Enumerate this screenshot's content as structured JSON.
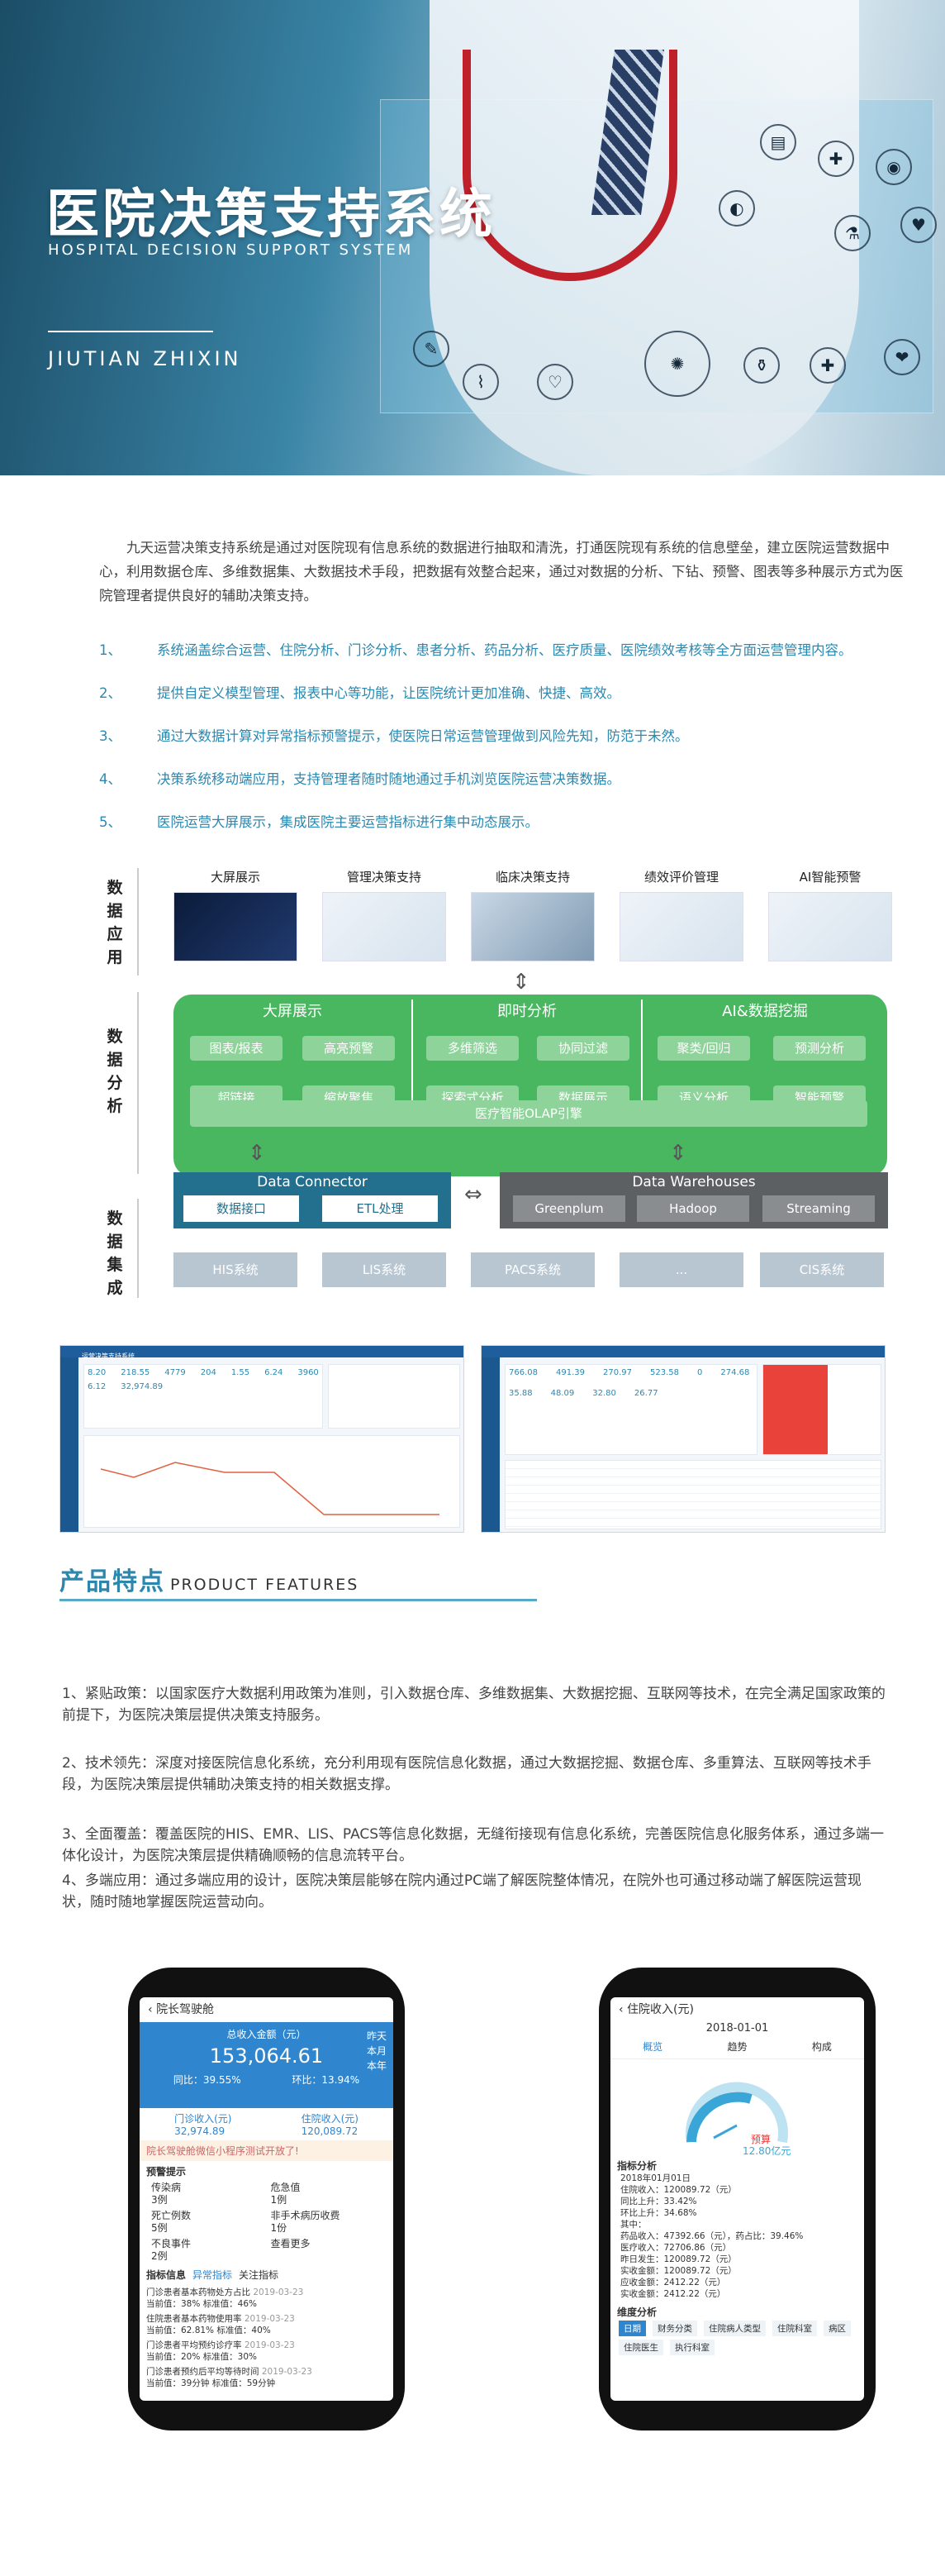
{
  "hero": {
    "title": "医院决策支持系统",
    "subtitle": "HOSPITAL DECISION SUPPORT SYSTEM",
    "brand": "JIUTIAN ZHIXIN"
  },
  "intro": "九天运营决策支持系统是通过对医院现有信息系统的数据进行抽取和清洗，打通医院现有系统的信息壁垒，建立医院运营数据中心，利用数据仓库、多维数据集、大数据技术手段，把数据有效整合起来，通过对数据的分析、下钻、预警、图表等多种展示方式为医院管理者提供良好的辅助决策支持。",
  "features_list": [
    {
      "num": "1、",
      "text": "系统涵盖综合运营、住院分析、门诊分析、患者分析、药品分析、医疗质量、医院绩效考核等全方面运营管理内容。"
    },
    {
      "num": "2、",
      "text": "提供自定义模型管理、报表中心等功能，让医院统计更加准确、快捷、高效。"
    },
    {
      "num": "3、",
      "text": "通过大数据计算对异常指标预警提示，使医院日常运营管理做到风险先知，防范于未然。"
    },
    {
      "num": "4、",
      "text": "决策系统移动端应用，支持管理者随时随地通过手机浏览医院运营决策数据。"
    },
    {
      "num": "5、",
      "text": "医院运营大屏展示，集成医院主要运营指标进行集中动态展示。"
    }
  ],
  "arch": {
    "side_labels": [
      "数\n据\n应\n用",
      "数\n据\n分\n析",
      "数\n据\n集\n成"
    ],
    "apps": [
      "大屏展示",
      "管理决策支持",
      "临床决策支持",
      "绩效评价管理",
      "AI智能预警"
    ],
    "analysis_cols": [
      "大屏展示",
      "即时分析",
      "AI&数据挖掘"
    ],
    "chips": [
      "图表/报表",
      "高亮预警",
      "超链接",
      "缩放聚焦",
      "多维筛选",
      "协同过滤",
      "探索式分析",
      "数据展示",
      "聚类/回归",
      "预测分析",
      "语义分析",
      "智能预警"
    ],
    "olap": "医疗智能OLAP引擎",
    "dc_title": "Data Connector",
    "dc_chips": [
      "数据接口",
      "ETL处理"
    ],
    "dw_title": "Data Warehouses",
    "dw_chips": [
      "Greenplum",
      "Hadoop",
      "Streaming"
    ],
    "sources": [
      "HIS系统",
      "LIS系统",
      "PACS系统",
      "...",
      "CIS系统"
    ]
  },
  "shots": {
    "left_title": "运营决策支持系统",
    "left_kpis": [
      "8.20",
      "218.55",
      "4779",
      "204",
      "1.55",
      "6.24",
      "3960",
      "6.12",
      "32,974.89"
    ],
    "right_kpis": [
      "766.08",
      "491.39",
      "270.97",
      "523.58",
      "0",
      "274.68",
      "35.88",
      "48.09",
      "32.80",
      "26.77"
    ]
  },
  "product": {
    "title": "产品特点",
    "title_en": "PRODUCT FEATURES",
    "items": [
      "1、紧贴政策：以国家医疗大数据利用政策为准则，引入数据仓库、多维数据集、大数据挖掘、互联网等技术，在完全满足国家政策的前提下，为医院决策层提供决策支持服务。",
      "2、技术领先：深度对接医院信息化系统，充分利用现有医院信息化数据，通过大数据挖掘、数据仓库、多重算法、互联网等技术手段，为医院决策层提供辅助决策支持的相关数据支撑。",
      "3、全面覆盖：覆盖医院的HIS、EMR、LIS、PACS等信息化数据，无缝衔接现有信息化系统，完善医院信息化服务体系，通过多端一体化设计，为医院决策层提供精确顺畅的信息流转平台。",
      "4、多端应用：通过多端应用的设计，医院决策层能够在院内通过PC端了解医院整体情况，在院外也可通过移动端了解医院运营现状，随时随地掌握医院运营动向。"
    ]
  },
  "phone1": {
    "header": "院长驾驶舱",
    "total_label": "总收入金额（元）",
    "total_value": "153,064.61",
    "tabs": [
      "昨天",
      "本月",
      "本年"
    ],
    "same": "同比：39.55%",
    "ring": "环比：13.94%",
    "op_label": "门诊收入(元)",
    "op_value": "32,974.89",
    "ip_label": "住院收入(元)",
    "ip_value": "120,089.72",
    "notice": "院长驾驶舱微信小程序测试开放了!",
    "warn_title": "预警提示",
    "warn_items": [
      [
        "传染病",
        "3例"
      ],
      [
        "危急值",
        "1例"
      ],
      [
        "死亡例数",
        "5例"
      ],
      [
        "非手术病历收费",
        "1份"
      ],
      [
        "不良事件",
        "2例"
      ],
      [
        "查看更多",
        ""
      ]
    ],
    "ind_title": "指标信息",
    "ind_tabs": [
      "异常指标",
      "关注指标"
    ],
    "rows": [
      [
        "门诊患者基本药物处方占比",
        "当前值：38%",
        "标准值：46%",
        "2019-03-23"
      ],
      [
        "住院患者基本药物使用率",
        "当前值：62.81%",
        "标准值：40%",
        "2019-03-23"
      ],
      [
        "门诊患者平均预约诊疗率",
        "当前值：20%",
        "标准值：30%",
        "2019-03-23"
      ],
      [
        "门诊患者预约后平均等待时间",
        "当前值：39分钟",
        "标准值：59分钟",
        "2019-03-23"
      ]
    ]
  },
  "phone2": {
    "header": "住院收入(元)",
    "date": "2018-01-01",
    "tabs": [
      "概览",
      "趋势",
      "构成"
    ],
    "gauge_label": "预算",
    "gauge_value": "12.80亿元",
    "an_title": "指标分析",
    "lines": [
      "2018年01月01日",
      "住院收入：120089.72（元）",
      "同比上升：33.42%",
      "环比上升：34.68%",
      "其中：",
      "药品收入：47392.66（元），药占比：39.46%",
      "医疗收入：72706.86（元）",
      "昨日发生：120089.72（元）",
      "实收金额：120089.72（元）",
      "应收金额：2412.22（元）",
      "实收金额：2412.22（元）"
    ],
    "dim_title": "维度分析",
    "dims": [
      "日期",
      "财务分类",
      "住院病人类型",
      "住院科室",
      "病区",
      "住院医生",
      "执行科室"
    ]
  },
  "colors": {
    "accent": "#2b88b0",
    "green": "#49b760",
    "navy": "#23708e",
    "grey": "#5d6062"
  }
}
